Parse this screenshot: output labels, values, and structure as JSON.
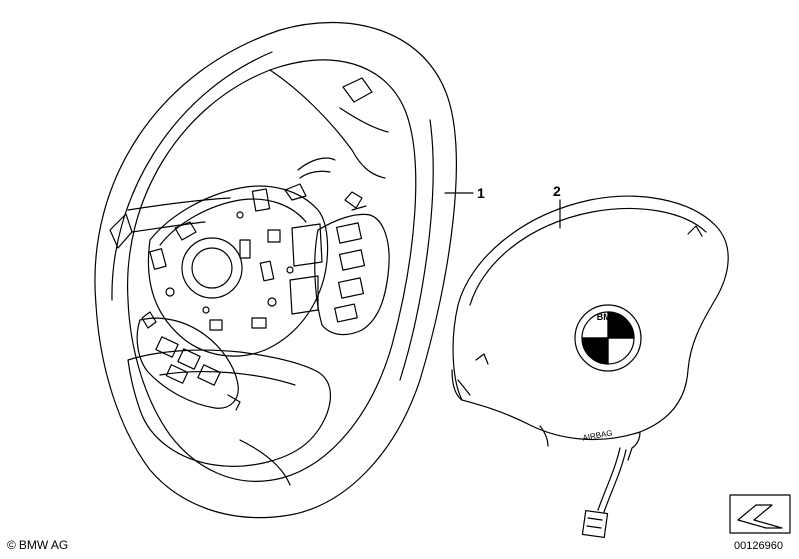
{
  "callouts": [
    {
      "number": "1"
    },
    {
      "number": "2"
    }
  ],
  "footer": {
    "copyright_symbol": "©",
    "brand": "BMW AG",
    "reference_number": "00126960"
  },
  "emblem": {
    "brand_letters": "BMW",
    "airbag_text": "AIRBAG"
  },
  "icons": [
    "steering-wheel-illustration",
    "airbag-module-illustration",
    "bmw-roundel-icon",
    "direction-arrow-icon"
  ]
}
